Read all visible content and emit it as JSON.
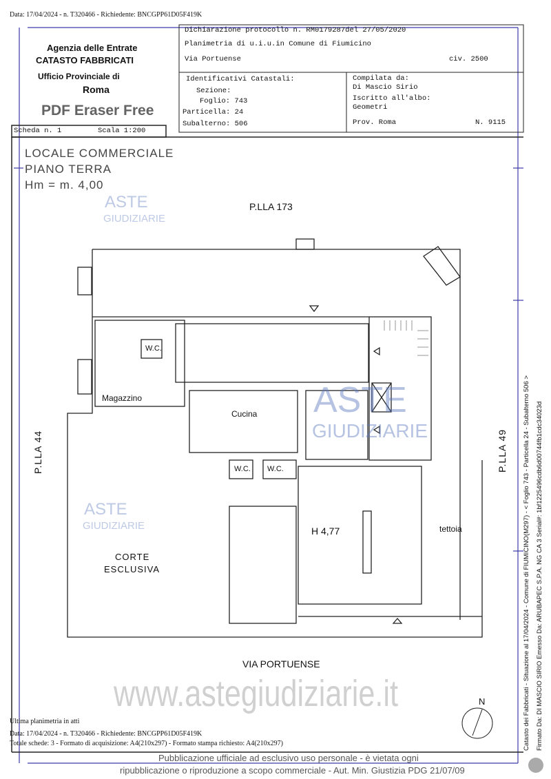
{
  "top_info": "Data: 17/04/2024 - n. T320466 - Richiedente: BNCGPP61D05F419K",
  "agency": {
    "line1": "Agenzia delle Entrate",
    "line2": "CATASTO FABBRICATI",
    "line3": "Ufficio Provinciale di",
    "line4": "Roma"
  },
  "overlay_watermark": "PDF Eraser Free",
  "header": {
    "declaration": "Dichiarazione protocollo n. RM0179287del   27/05/2020",
    "planimetria": "Planimetria di u.i.u.in Comune di Fiumicino",
    "address": "Via Portuense",
    "civic": "civ. 2500",
    "ident_title": "Identificativi Catastali:",
    "sezione": "Sezione:",
    "foglio": "Foglio: 743",
    "particella": "Particella: 24",
    "subalterno": "Subalterno: 506",
    "compilata": "Compilata da:",
    "compiler": "Di Mascio Sirio",
    "iscritto": "Iscritto all'albo:",
    "albo": "Geometri",
    "prov": "Prov. Roma",
    "number": "N. 9115"
  },
  "scheda": "Scheda n. 1",
  "scala": "Scala 1:200",
  "plan": {
    "title1": "LOCALE COMMERCIALE",
    "title2": "PIANO TERRA",
    "title3": "Hm = m. 4,00",
    "north_plot": "P.LLA 173",
    "west_plot": "P.LLA 44",
    "east_plot": "P.LLA 49",
    "street": "VIA PORTUENSE",
    "rooms": {
      "magazzino": "Magazzino",
      "wc": "W.C.",
      "cucina": "Cucina",
      "height": "H 4,77",
      "tettoia": "tettoia",
      "corte1": "CORTE",
      "corte2": "ESCLUSIVA"
    },
    "north": "N"
  },
  "watermarks": {
    "aste": "ASTE",
    "giudiziarie": "GIUDIZIARIE",
    "site": "www.astegiudiziarie.it"
  },
  "footer": {
    "ultima": "Ultima planimetria in atti",
    "data": "Data: 17/04/2024 - n. T320466 - Richiedente: BNCGPP61D05F419K",
    "totale": "Totale schede: 3 - Formato di acquisizione: A4(210x297)  - Formato stampa richiesto: A4(210x297)",
    "pub1": "Pubblicazione ufficiale ad esclusivo uso personale - è vietata ogni",
    "pub2": "ripubblicazione o riproduzione a scopo commerciale - Aut. Min. Giustizia PDG 21/07/09"
  },
  "side": {
    "catasto": "Catasto dei Fabbricati - Situazione al 17/04/2024 - Comune di FIUMICINO(M297) - < Foglio 743 - Particella 24 - Subalterno 506 >",
    "firmato": "Firmato Da: DI MASCIO SIRIO Emesso Da: ARUBAPEC S.P.A. NG CA 3 Serial#: 1bf1225496cdb6d00744fb1cdc34023d"
  }
}
